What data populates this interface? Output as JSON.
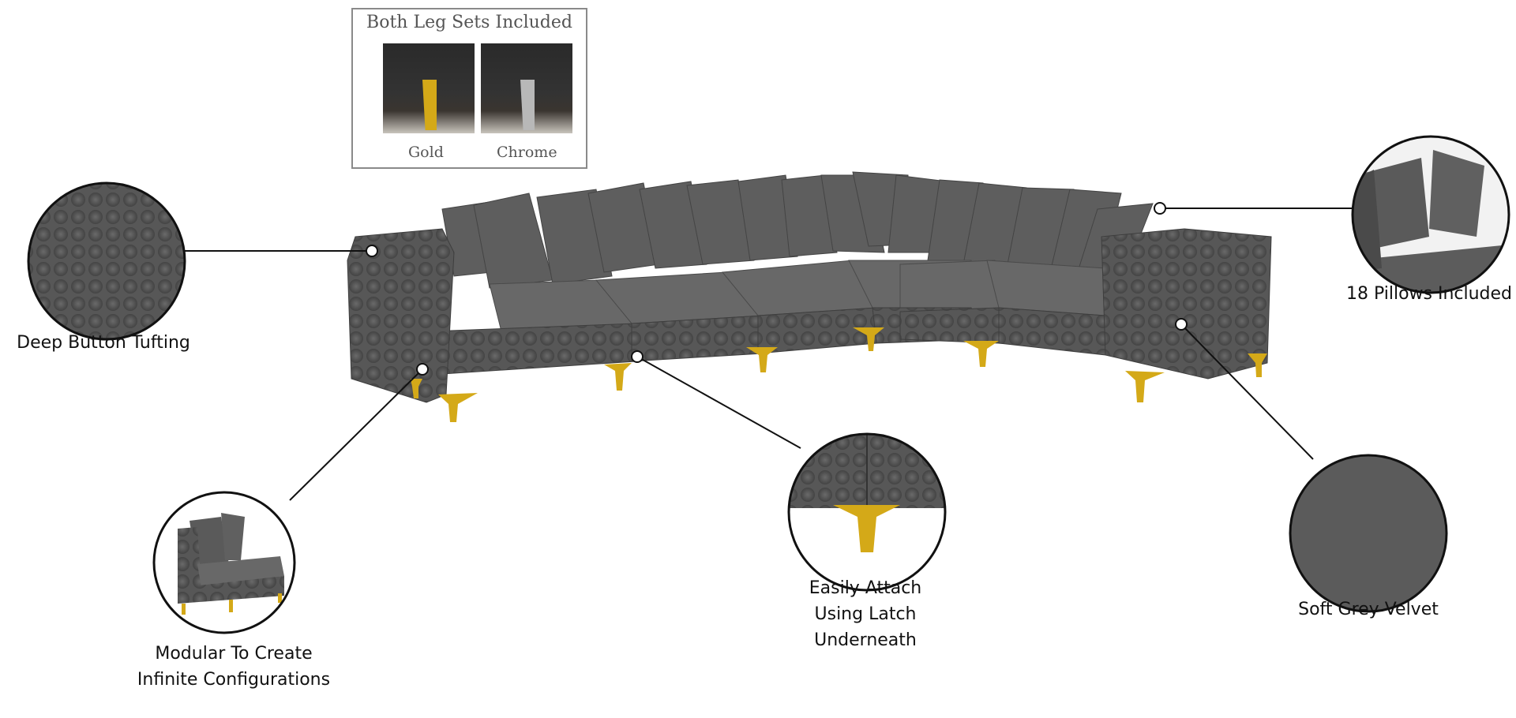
{
  "leg_sets": {
    "title": "Both Leg Sets Included",
    "options": [
      {
        "label": "Gold",
        "color": "#d4a918"
      },
      {
        "label": "Chrome",
        "color": "#b8b8b8"
      }
    ]
  },
  "callouts": {
    "tufting": "Deep Button Tufting",
    "pillows": "18 Pillows Included",
    "modular_line1": "Modular To Create",
    "modular_line2": "Infinite Configurations",
    "latch_line1": "Easily Attach",
    "latch_line2": "Using Latch",
    "latch_line3": "Underneath",
    "velvet": "Soft Grey Velvet"
  },
  "colors": {
    "fabric": "#5a5a5a",
    "gold": "#d4a918"
  }
}
